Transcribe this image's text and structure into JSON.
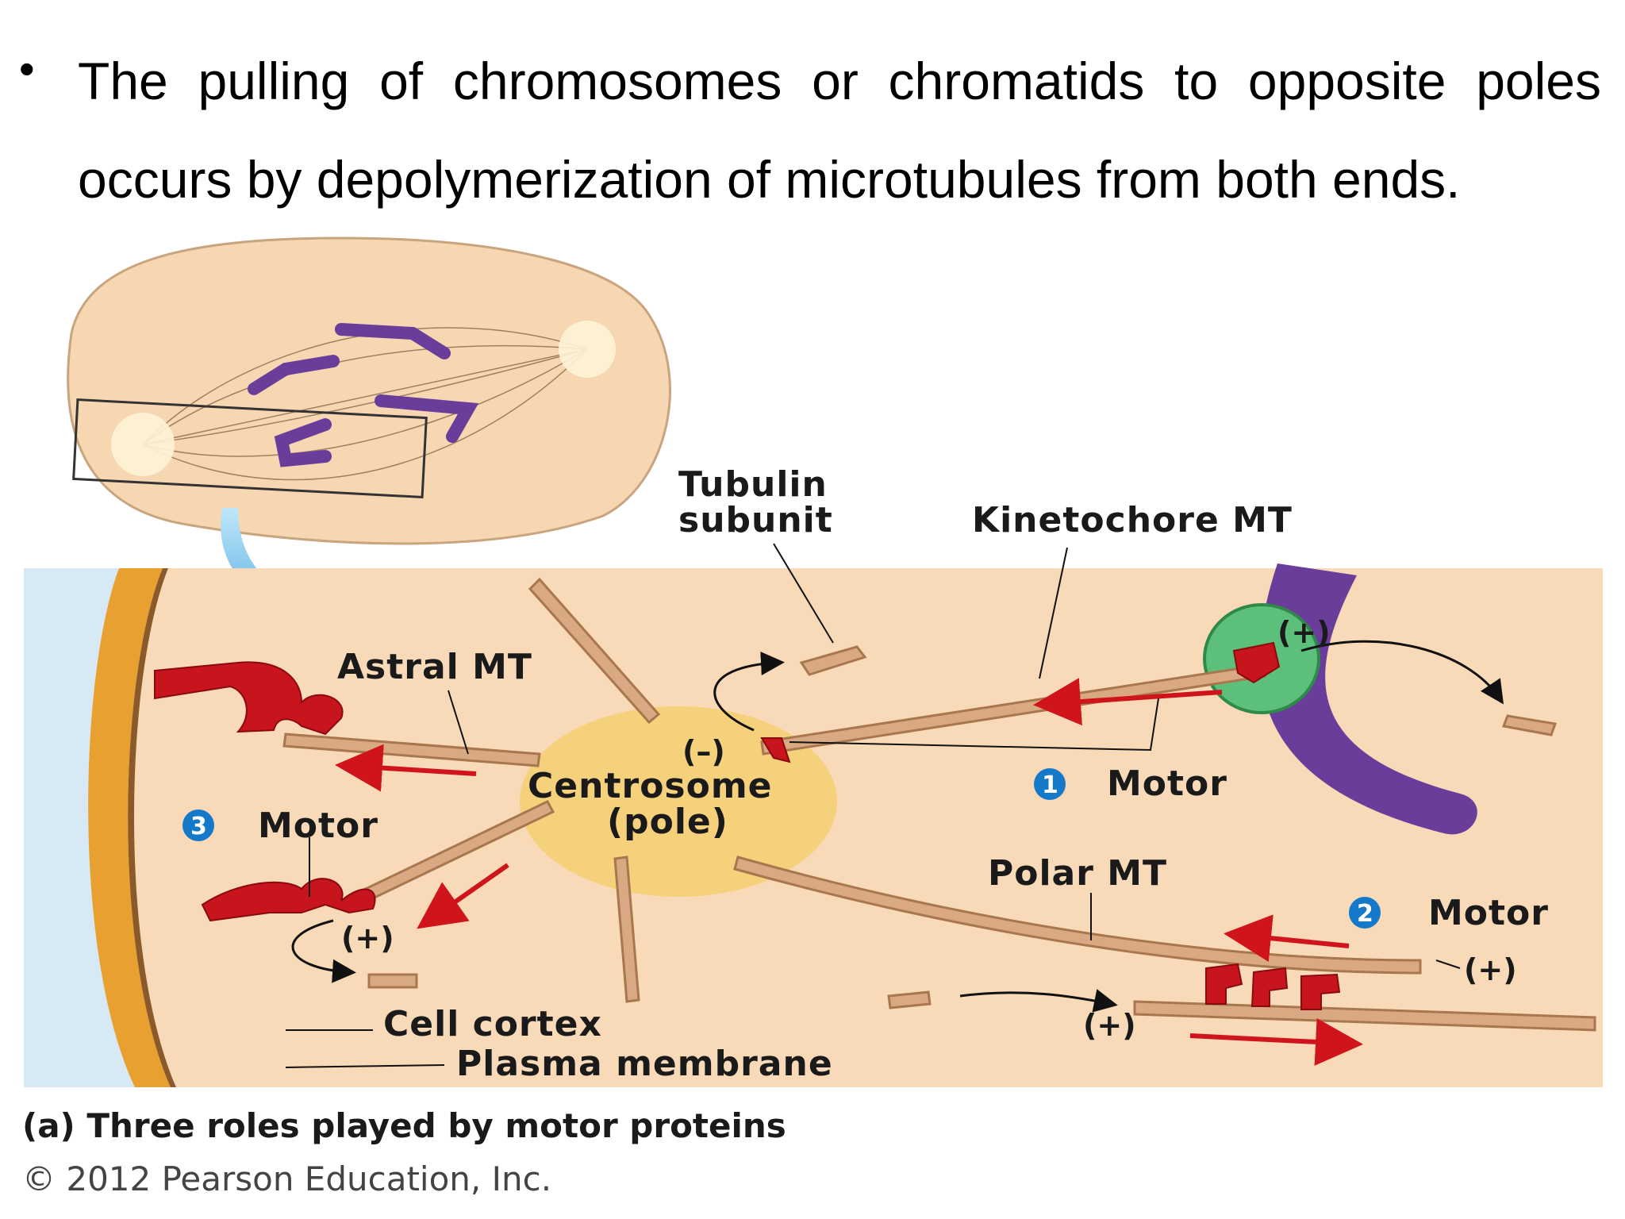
{
  "slide": {
    "bullet_symbol": "•",
    "text": "The pulling of chromosomes or chromatids to opposite poles occurs by depolymerization of microtubules from both ends."
  },
  "diagram": {
    "labels": {
      "tubulin_line1": "Tubulin",
      "tubulin_line2": "subunit",
      "kinetochore_mt": "Kinetochore MT",
      "astral_mt": "Astral MT",
      "minus_end": "(–)",
      "centrosome_line1": "Centrosome",
      "centrosome_line2": "(pole)",
      "motor1_number": "1",
      "motor1": "Motor",
      "motor3_number": "3",
      "motor3": "Motor",
      "polar_mt": "Polar MT",
      "motor2_number": "2",
      "motor2": "Motor",
      "plus_kinetochore": "(+)",
      "plus_astral": "(+)",
      "plus_polar_right": "(+)",
      "plus_polar_bottom": "(+)",
      "cell_cortex": "Cell cortex",
      "plasma_membrane": "Plasma membrane"
    },
    "caption": "(a) Three roles played by motor proteins",
    "copyright": "© 2012 Pearson Education, Inc."
  },
  "colors": {
    "cell_fill": "#f8d9b8",
    "centrosome": "#f5cf74",
    "microtubule": "#d9a983",
    "motor": "#c8141c",
    "chromosome": "#6a3d9a",
    "kinetochore": "#5cbf7a",
    "badge": "#1479c9",
    "membrane": "#e8a030",
    "outside": "#d6e9f5"
  }
}
